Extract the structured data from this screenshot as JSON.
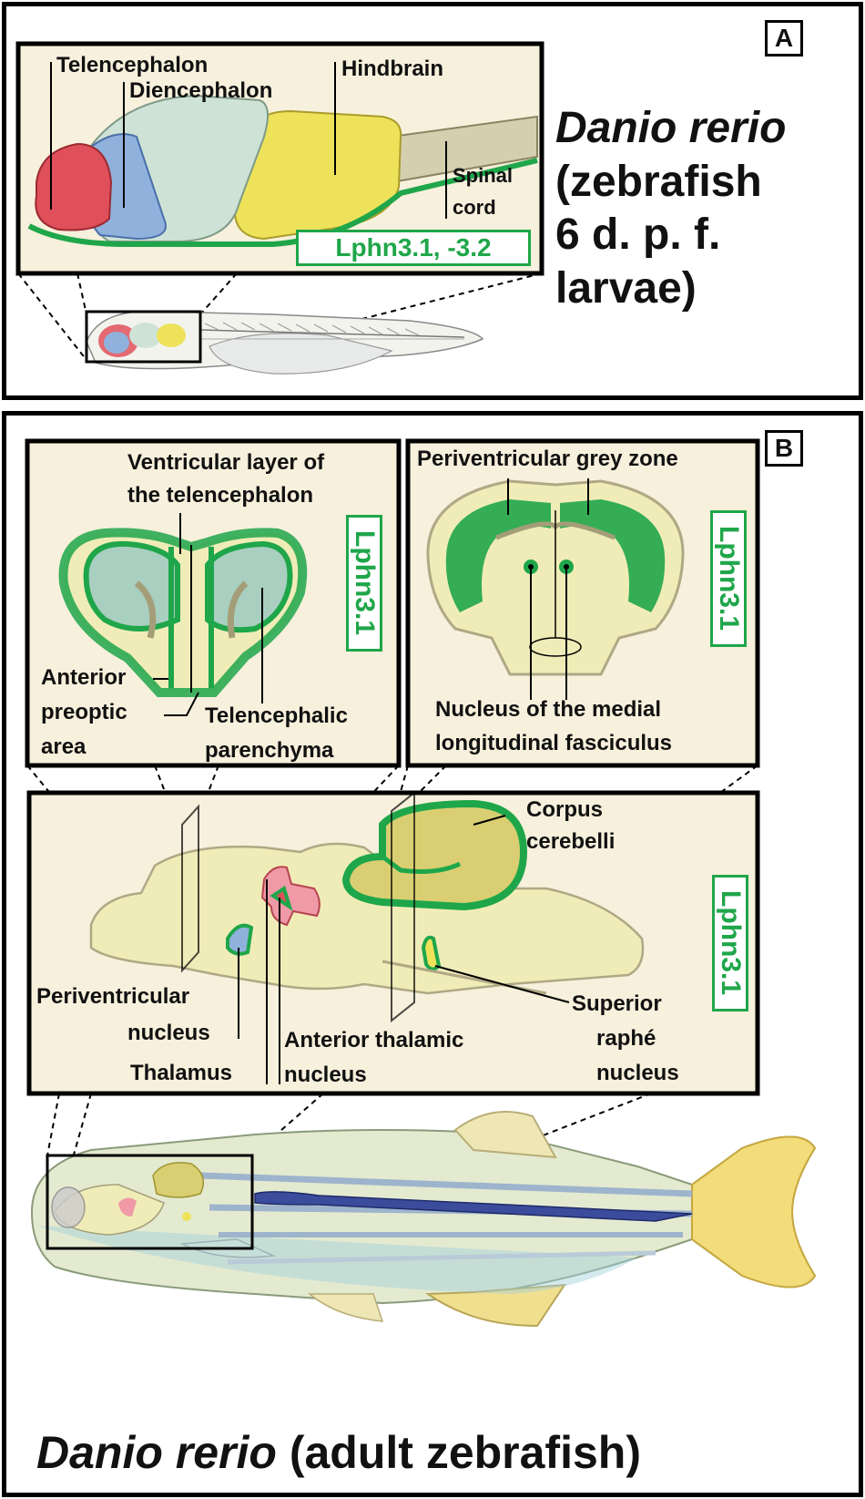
{
  "panel_a": {
    "tag": "A",
    "labels": {
      "telencephalon": "Telencephalon",
      "diencephalon": "Diencephalon",
      "hindbrain": "Hindbrain",
      "spinal_line1": "Spinal",
      "spinal_line2": "cord"
    },
    "gene": "Lphn3.1, -3.2",
    "species_italic": "Danio rerio",
    "species_line2": "(zebrafish",
    "species_line3": "6 d. p. f.",
    "species_line4": "larvae)"
  },
  "panel_b": {
    "tag": "B",
    "inset_left": {
      "title_line1": "Ventricular layer of",
      "title_line2": "the telencephalon",
      "anterior_line1": "Anterior",
      "anterior_line2": "preoptic",
      "anterior_line3": "area",
      "tel_line1": "Telencephalic",
      "tel_line2": "parenchyma",
      "gene": "Lphn3.1"
    },
    "inset_right": {
      "title": "Periventricular grey zone",
      "nuc_line1": "Nucleus of the medial",
      "nuc_line2": "longitudinal fasciculus",
      "gene": "Lphn3.1"
    },
    "sagittal": {
      "corpus_line1": "Corpus",
      "corpus_line2": "cerebelli",
      "periv_line1": "Periventricular",
      "periv_line2": "nucleus",
      "thalamus": "Thalamus",
      "ant_line1": "Anterior thalamic",
      "ant_line2": "nucleus",
      "sup_line1": "Superior",
      "sup_line2": "raphé",
      "sup_line3": "nucleus",
      "gene": "Lphn3.1"
    },
    "species_italic": "Danio rerio",
    "species_rest": " (adult zebrafish)"
  },
  "colors": {
    "expression_green": "#1fa64a",
    "inset_background": "#f7f0dc",
    "telencephalon": "#e0505a",
    "diencephalon": "#8fb1dc",
    "hindbrain": "#ede25a",
    "brain_cream": "#f0ecb8"
  }
}
